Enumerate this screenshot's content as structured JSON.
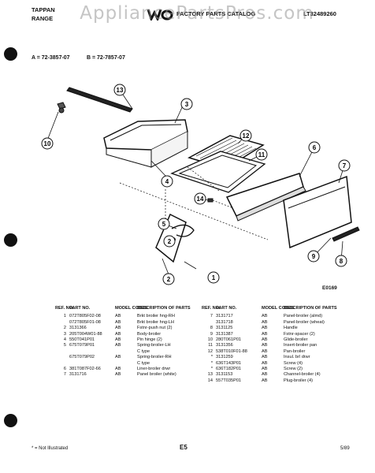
{
  "watermark": "AppliancePartsPros.com",
  "header": {
    "brand_line1": "TAPPAN",
    "brand_line2": "RANGE",
    "catalog_title": "FACTORY PARTS CATALOG",
    "catalog_number": "LT32489260",
    "model_a": "A = 72-3857-07",
    "model_b": "B = 72-7857-07"
  },
  "diagram": {
    "code": "E0169",
    "callouts": [
      "1",
      "2",
      "2",
      "3",
      "4",
      "5",
      "6",
      "7",
      "8",
      "9",
      "10",
      "11",
      "12",
      "13",
      "14"
    ]
  },
  "table": {
    "headers": {
      "ref_no": "REF. NO.",
      "part_no": "PART NO.",
      "model_codes": "MODEL CODES",
      "description": "DESCRIPTION OF PARTS"
    },
    "left": [
      {
        "ref": "1",
        "part": "072T805F02-08",
        "model": "AB",
        "desc": "Brkt broiler hng-RH"
      },
      {
        "ref": "",
        "part": "072T805F01-08",
        "model": "AB",
        "desc": "Brkt broiler hng-LH"
      },
      {
        "ref": "2",
        "part": "3131366",
        "model": "AB",
        "desc": "Fstnr-push nut (2)"
      },
      {
        "ref": "3",
        "part": "205T004W01-88",
        "model": "AB",
        "desc": "Body-broiler"
      },
      {
        "ref": "4",
        "part": "550T041P01",
        "model": "AB",
        "desc": "Pin hinge (2)"
      },
      {
        "ref": "5",
        "part": "675T079P01",
        "model": "AB",
        "desc": "Spring-broiler-LH"
      },
      {
        "ref": "",
        "part": "",
        "model": "",
        "desc": "C type"
      },
      {
        "ref": "",
        "part": "675T079P02",
        "model": "AB",
        "desc": "Spring-broiler-RH"
      },
      {
        "ref": "",
        "part": "",
        "model": "",
        "desc": "C type"
      },
      {
        "ref": "6",
        "part": "381T087F02-66",
        "model": "AB",
        "desc": "Liner-broiler drwr"
      },
      {
        "ref": "7",
        "part": "3131716",
        "model": "AB",
        "desc": "Panel broiler (white)"
      }
    ],
    "right": [
      {
        "ref": "7",
        "part": "3131717",
        "model": "AB",
        "desc": "Panel-broiler (almd)"
      },
      {
        "ref": "",
        "part": "3131718",
        "model": "AB",
        "desc": "Panel-broiler (wheat)"
      },
      {
        "ref": "8",
        "part": "3131125",
        "model": "AB",
        "desc": "Handle"
      },
      {
        "ref": "9",
        "part": "3131387",
        "model": "AB",
        "desc": "Fstnr-spacer (2)"
      },
      {
        "ref": "10",
        "part": "280T061P01",
        "model": "AB",
        "desc": "Glide-broiler"
      },
      {
        "ref": "11",
        "part": "3131356",
        "model": "AB",
        "desc": "Insert-broiler pan"
      },
      {
        "ref": "12",
        "part": "538T010F01-88",
        "model": "AB",
        "desc": "Pan-broiler"
      },
      {
        "ref": "*",
        "part": "3131259",
        "model": "AB",
        "desc": "Insul. brl drwr"
      },
      {
        "ref": "*",
        "part": "636T143P01",
        "model": "AB",
        "desc": "Screw (4)"
      },
      {
        "ref": "*",
        "part": "636T182P01",
        "model": "AB",
        "desc": "Screw (2)"
      },
      {
        "ref": "13",
        "part": "3131153",
        "model": "AB",
        "desc": "Channel-broiler (4)"
      },
      {
        "ref": "14",
        "part": "557T035P01",
        "model": "AB",
        "desc": "Plug-broiler (4)"
      }
    ]
  },
  "footer": {
    "note": "* = Not Illustrated",
    "page": "E5",
    "date": "5/89"
  }
}
